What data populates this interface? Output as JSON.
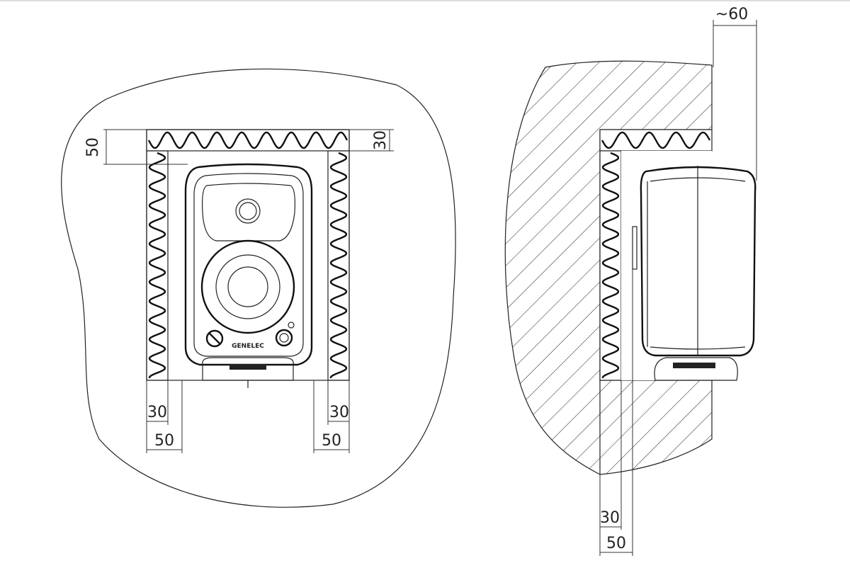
{
  "front_view": {
    "dimensions": {
      "top_gap": "50",
      "top_foam": "30",
      "left_foam": "30",
      "left_gap": "50",
      "right_foam": "30",
      "right_gap": "50"
    },
    "logo": "GENELEC"
  },
  "side_view": {
    "dimensions": {
      "protrusion": "~60",
      "back_foam": "30",
      "back_gap": "50"
    }
  },
  "colors": {
    "line": "#222222",
    "background": "#ffffff"
  }
}
